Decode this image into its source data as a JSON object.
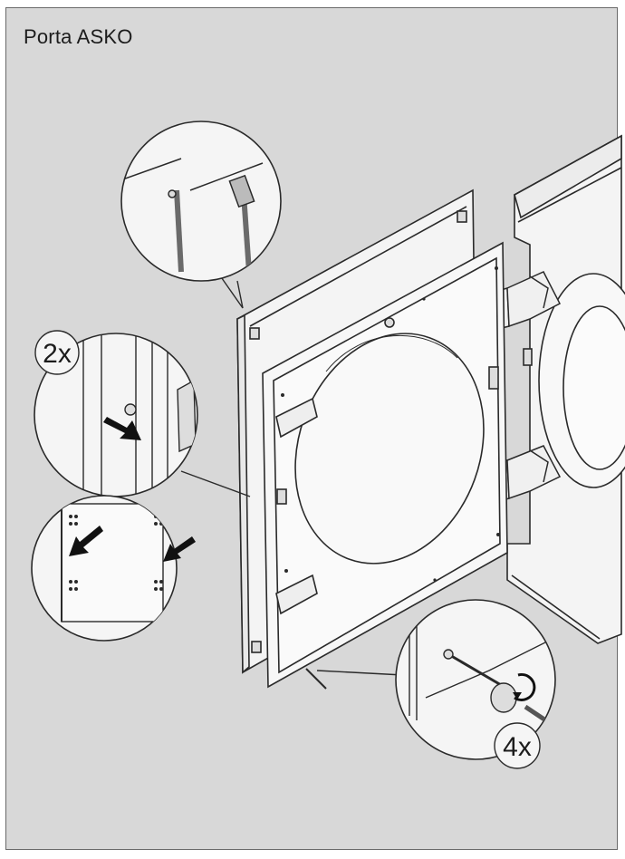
{
  "title": "Porta ASKO",
  "callouts": {
    "hinge_screw_count": "2x",
    "mount_screw_count": "4x"
  },
  "colors": {
    "background": "#d8d8d8",
    "line": "#2a2a2a",
    "panel": "#f4f4f4",
    "arrow": "#111111"
  }
}
